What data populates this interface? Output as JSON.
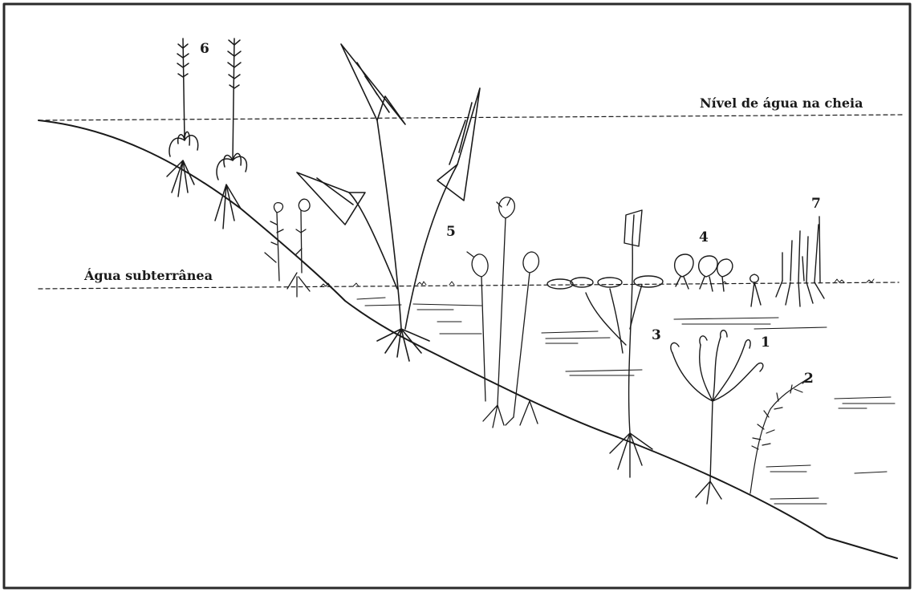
{
  "labels": {
    "flood_level": "Nível  de água na cheia",
    "groundwater": "Água subterrânea",
    "n1": "1",
    "n2": "2",
    "n3": "3",
    "n4": "4",
    "n5": "5",
    "n6": "6",
    "n7": "7"
  },
  "colors": {
    "ink": "#1a1a1a",
    "background": "#ffffff",
    "frame": "#2a2a2a"
  }
}
